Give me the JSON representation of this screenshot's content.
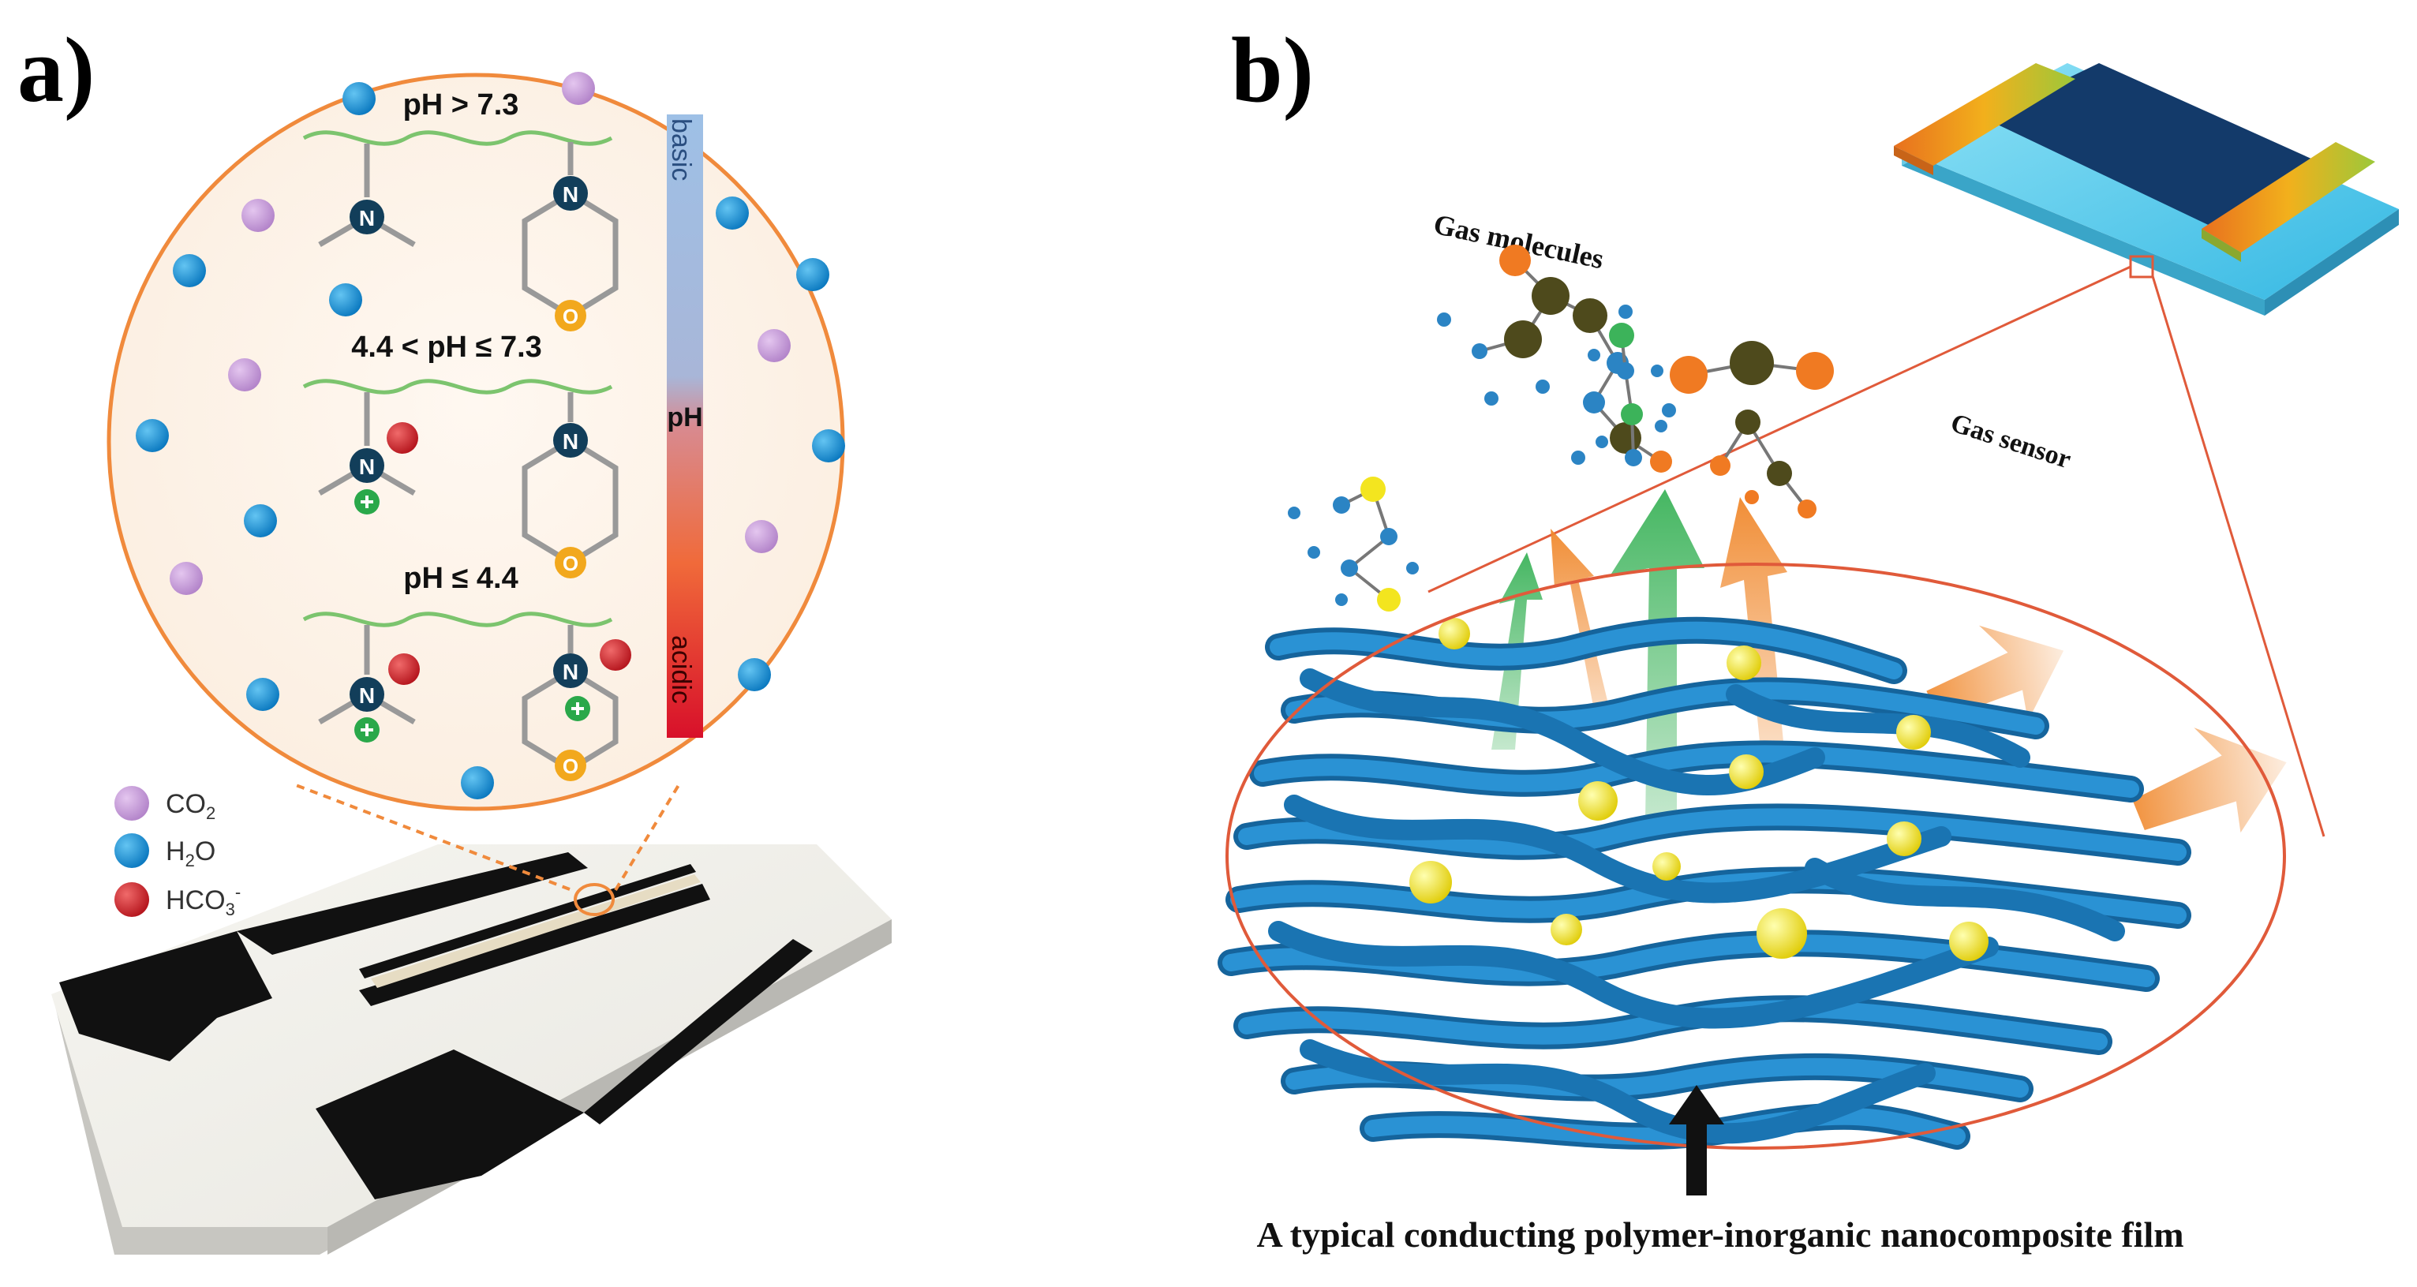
{
  "panel_a": {
    "label": "a)",
    "conditions": [
      "pH > 7.3",
      "4.4 < pH ≤ 7.3",
      "pH ≤ 4.4"
    ],
    "ph_scale": {
      "top": "basic",
      "middle": "pH",
      "bottom": "acidic"
    },
    "atoms": {
      "nitrogen": "N",
      "oxygen": "O"
    },
    "legend": [
      {
        "name": "CO",
        "sub": "2",
        "sup": "",
        "color": "#c79ad8"
      },
      {
        "name": "H",
        "sub": "2",
        "sup": "",
        "suffix": "O",
        "color": "#1e8fd0"
      },
      {
        "name": "HCO",
        "sub": "3",
        "sup": "-",
        "color": "#cf2228"
      }
    ],
    "colors": {
      "accent": "#f08a3c",
      "polymer": "#7cc46e",
      "nitrogen": "#123e5a",
      "oxygen": "#f2a81d",
      "plus": "#2aa84a"
    }
  },
  "panel_b": {
    "label": "b)",
    "gas_molecules_label": "Gas molecules",
    "gas_sensor_label": "Gas sensor",
    "caption": "A typical conducting polymer-inorganic nanocomposite film",
    "colors": {
      "fiber": "#1f7fbf",
      "particle": "#f3e51f",
      "ring": "#e05a3a",
      "green_arrow": "#3cb35a",
      "orange_arrow": "#f0882c"
    }
  }
}
